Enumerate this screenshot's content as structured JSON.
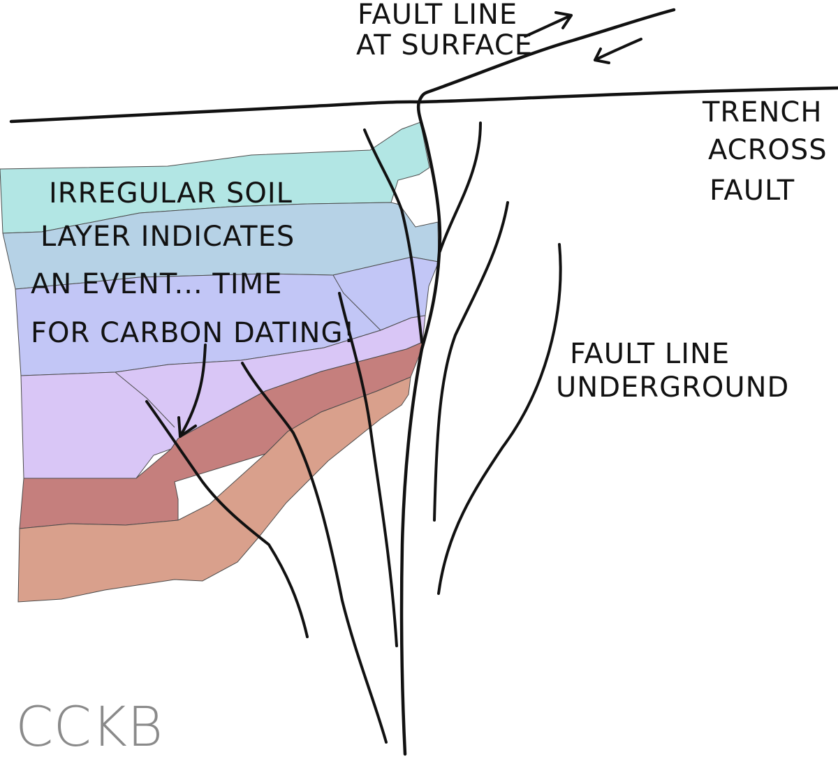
{
  "labels": {
    "fault_surface": [
      "FAULT LINE",
      "AT SURFACE"
    ],
    "trench": [
      "TRENCH",
      "ACROSS",
      "FAULT"
    ],
    "soil_note": [
      "IRREGULAR SOIL",
      "LAYER INDICATES",
      "AN EVENT... TIME",
      "FOR CARBON DATING!"
    ],
    "fault_underground": [
      "FAULT LINE",
      "UNDERGROUND"
    ],
    "signature": "CCKB"
  },
  "colors": {
    "layer_cyan": "#b2e6e4",
    "layer_light_blue": "#b6d2e6",
    "layer_periwinkle": "#c2c6f6",
    "layer_lavender": "#d9c6f6",
    "layer_rose": "#c57f7d",
    "layer_tan": "#d9a08c",
    "ink": "#111111",
    "signature": "#8a8a8a"
  }
}
